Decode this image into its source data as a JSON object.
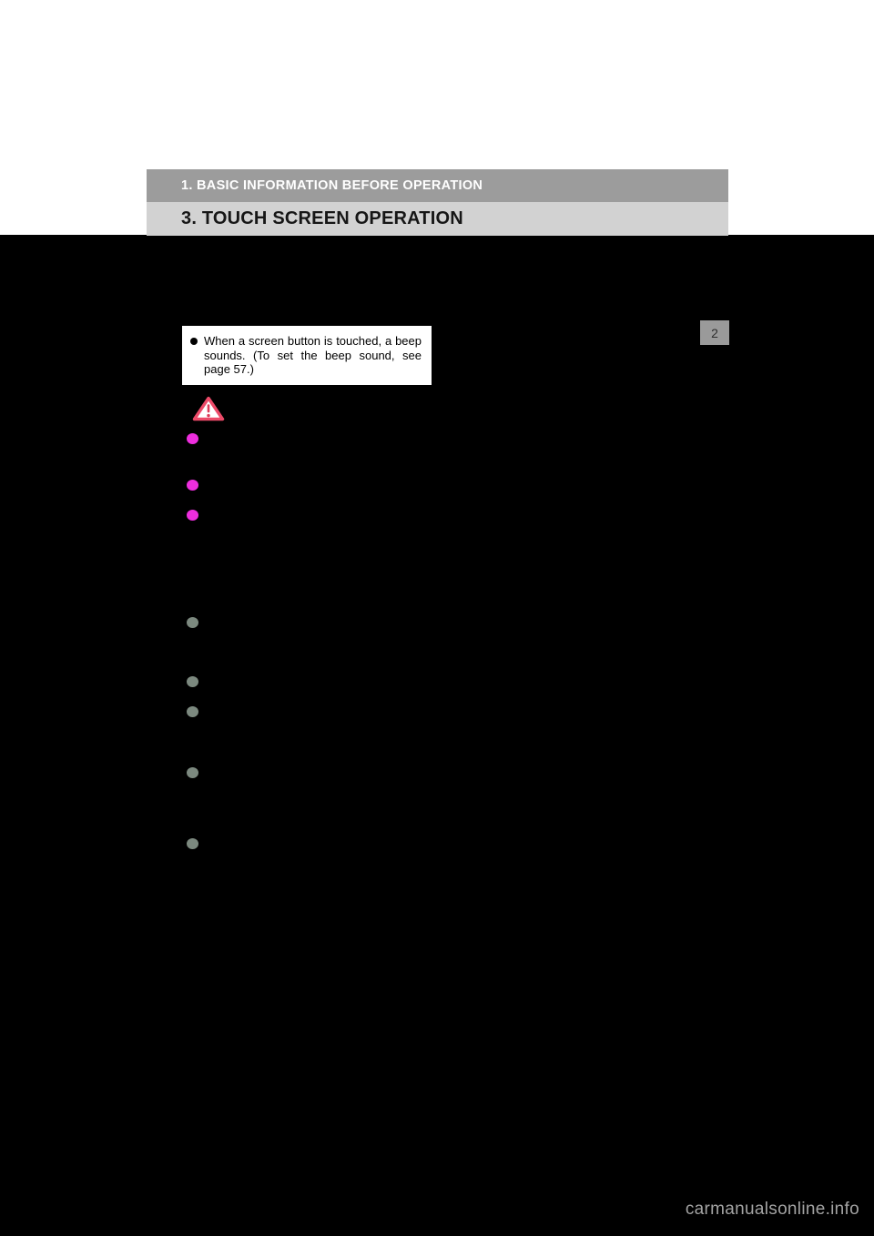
{
  "header": {
    "section_label": "1. BASIC INFORMATION BEFORE OPERATION",
    "chapter_title": "3. TOUCH SCREEN OPERATION"
  },
  "side_tab": {
    "number": "2"
  },
  "callout": {
    "text": "When a screen button is touched, a beep sounds. (To set the beep sound, see page 57.)"
  },
  "icons": {
    "caution": "caution-triangle-icon",
    "note_bullet": "black-dot-bullet-icon",
    "list_bullets_magenta_count": 3,
    "list_bullets_gray_count": 5
  },
  "colors": {
    "page_background": "#000000",
    "section_bar_bg": "#9c9c9c",
    "title_bar_bg": "#d2d2d2",
    "side_tab_bg": "#9a9a9a",
    "bullet_magenta": "#ee2ede",
    "bullet_gray": "#7c897f",
    "caution_red": "#ec4a68"
  },
  "watermark": {
    "text": "carmanualsonline.info"
  }
}
